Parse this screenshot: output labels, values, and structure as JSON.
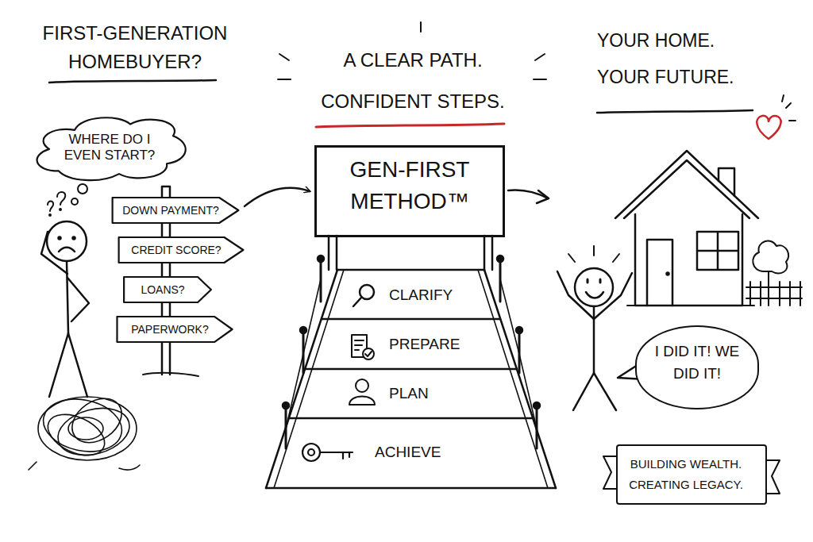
{
  "diagram": {
    "nodes": [
      {
        "text": [
          "WHERE DO I EVEN START?"
        ]
      },
      {
        "text": [
          "DOWN PAYMENT?"
        ]
      },
      {
        "text": [
          "CREDIT SCORE?"
        ]
      },
      {
        "text": [
          "LOANS?"
        ]
      },
      {
        "text": [
          "PAPERWORK?"
        ]
      },
      {
        "text": [
          "GEN-FIRST METHOD™"
        ]
      },
      {
        "text": [
          "CLARIFY"
        ]
      },
      {
        "text": [
          "PREPARE"
        ]
      },
      {
        "text": [
          "PLAN"
        ]
      },
      {
        "text": [
          "ACHIEVE"
        ]
      },
      {
        "text": [
          "I DID IT! WE DID IT!"
        ]
      },
      {
        "text": [
          "BUILDING WEALTH. CREATING LEGACY."
        ]
      }
    ],
    "edges": [
      {
        "from": 1,
        "to": 5,
        "arrow": "to"
      }
    ],
    "labels": [
      "FIRST-GENERATION HOMEBUYER?",
      "A CLEAR PATH. CONFIDENT STEPS.",
      "YOUR HOME. YOUR FUTURE."
    ]
  }
}
